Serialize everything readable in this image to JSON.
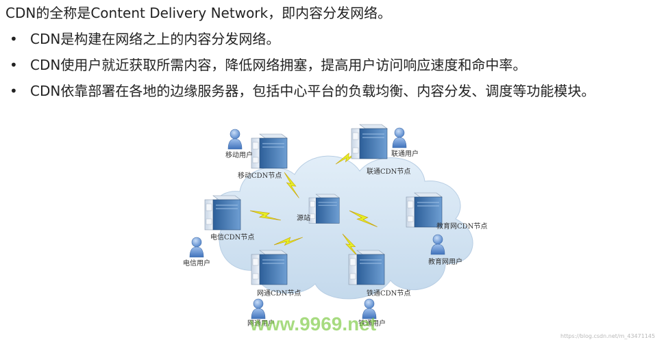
{
  "heading": "CDN的全称是Content Delivery Network，即内容分发网络。",
  "bullets": [
    "CDN是构建在网络之上的内容分发网络。",
    "CDN使用户就近获取所需内容，降低网络拥塞，提高用户访问响应速度和命中率。",
    "CDN依靠部署在各地的边缘服务器，包括中心平台的负载均衡、内容分发、调度等功能模块。"
  ],
  "bullet_symbol": "•",
  "diagram": {
    "center_label": "源站",
    "nodes": {
      "mobile_node": "移动CDN节点",
      "unicom_node": "联通CDN节点",
      "telecom_node": "电信CDN节点",
      "edu_node": "教育网CDN节点",
      "netcom_node": "网通CDN节点",
      "railcom_node": "铁通CDN节点"
    },
    "users": {
      "mobile_user": "移动用户",
      "unicom_user": "联通用户",
      "telecom_user": "电信用户",
      "edu_user": "教育网用户",
      "netcom_user": "网通用户",
      "railcom_user": "铁通用户"
    },
    "colors": {
      "cloud": "#d6e6f4",
      "server_front": "#3a6ea8",
      "lightning": "#e4ee2a",
      "user": "#5b8fd6"
    }
  },
  "watermark": "www.9969.net",
  "credit": "https://blog.csdn.net/m_43471145"
}
